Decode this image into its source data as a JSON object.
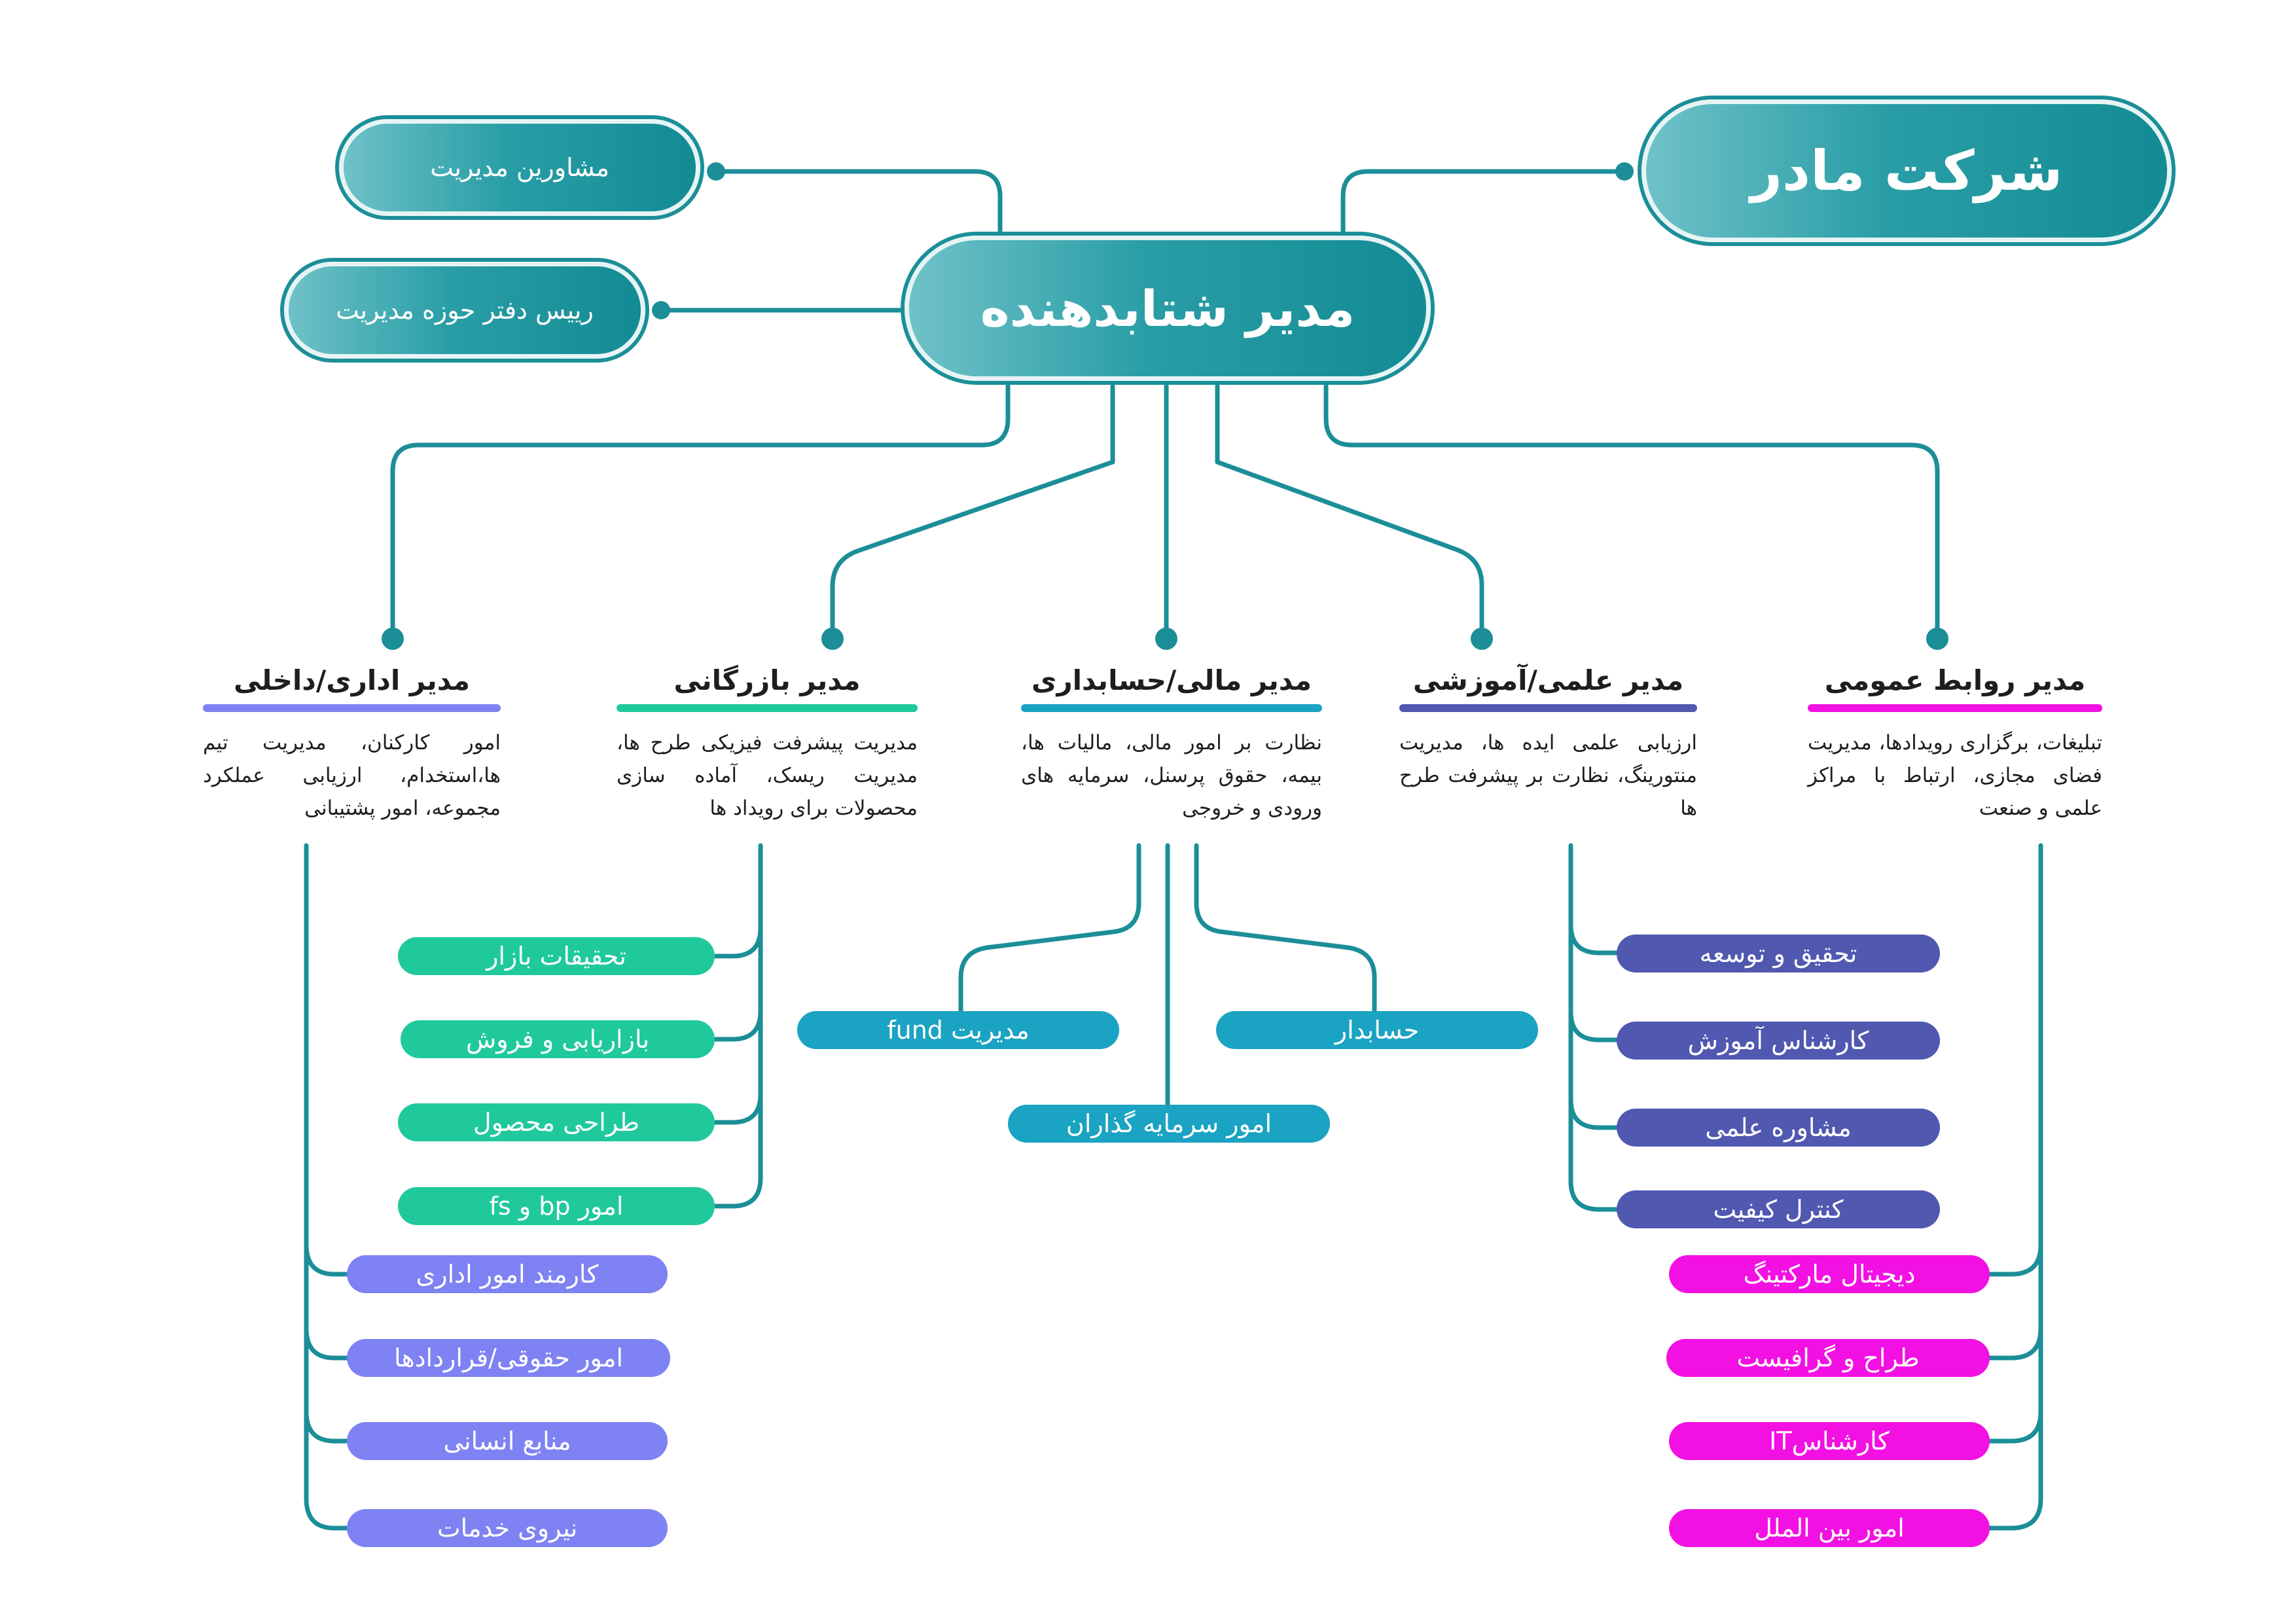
{
  "colors": {
    "connector": "#1b8e98",
    "teal": "#2a9ea6",
    "green": "#1fc99b",
    "blue": "#1aa3c2",
    "indigo": "#5058b0",
    "lavender": "#7e82f2",
    "pink": "#f211e2"
  },
  "parent_company": "شرکت مادر",
  "ceo": "مدیر شتابدهنده",
  "advisors": "مشاورین مدیریت",
  "office_head": "رییس دفتر حوزه مدیریت",
  "managers": [
    {
      "title": "مدیر روابط عمومی",
      "description": "تبلیغات، برگزاری رویدادها، مدیریت فضای مجازی، ارتباط با مراکز علمی و صنعت",
      "color": "#f211e2",
      "units": [
        "دیجیتال مارکتینگ",
        "طراح و گرافیست",
        "کارشناسIT",
        "امور بین الملل"
      ]
    },
    {
      "title": "مدیر علمی/آموزشی",
      "description": "ارزیابی علمی ایده ها، مدیریت منتورینگ، نظارت بر پیشرفت طرح ها",
      "color": "#5058b0",
      "units": [
        "تحقیق و توسعه",
        "کارشناس آموزش",
        "مشاوره علمی",
        "کنترل کیفیت"
      ]
    },
    {
      "title": "مدیر مالی/حسابداری",
      "description": "نظارت بر امور مالی، مالیات ها، بیمه، حقوق پرسنل، سرمایه های ورودی و خروجی",
      "color": "#1aa3c2",
      "units": [
        "حسابدار",
        "امور سرمایه گذاران",
        "مدیریت fund"
      ]
    },
    {
      "title": "مدیر بازرگانی",
      "description": "مدیریت پیشرفت فیزیکی طرح ها، مدیریت ریسک، آماده سازی محصولات برای رویداد ها",
      "color": "#1fc99b",
      "units": [
        "تحقیقات بازار",
        "بازاریابی و فروش",
        "طراحی محصول",
        "امور bp و fs"
      ]
    },
    {
      "title": "مدیر اداری/داخلی",
      "description": "امور کارکنان، مدیریت تیم ها،استخدام، ارزیابی عملکرد مجموعه، امور پشتیبانی",
      "color": "#7e82f2",
      "units": [
        "کارمند امور اداری",
        "امور حقوقی/قراردادها",
        "منابع انسانی",
        "نیروی خدمات"
      ]
    }
  ]
}
